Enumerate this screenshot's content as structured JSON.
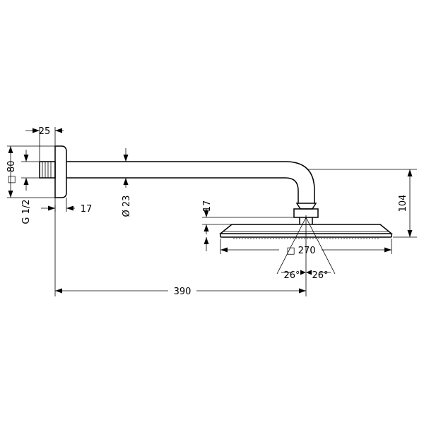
{
  "dimensions": {
    "wall_flange_depth": "25",
    "flange_height": "□ 80",
    "thread": "G 1/2",
    "flange_offset": "17",
    "arm_diameter": "Ø 23",
    "joint_height": "17",
    "total_drop": "104",
    "head_size": "□ 270",
    "tilt_left": "26°",
    "tilt_right": "26°",
    "projection": "390"
  },
  "colors": {
    "line": "#000000",
    "background": "#ffffff"
  }
}
